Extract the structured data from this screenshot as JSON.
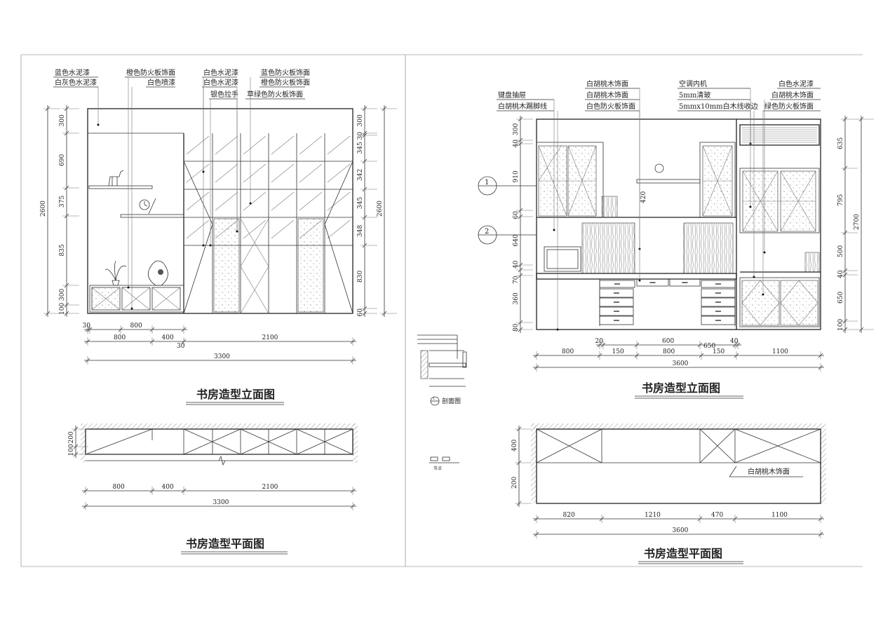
{
  "left_elevation": {
    "title": "书房造型立面图",
    "labels": [
      "蓝色水泥漆",
      "白灰色水泥漆",
      "橙色防火板饰面",
      "白色喷漆",
      "白色水泥漆",
      "白色水泥漆",
      "银色拉手",
      "蓝色防火板饰面",
      "橙色防火板饰面",
      "草绿色防火板饰面"
    ],
    "dims_left": [
      "300",
      "690",
      "375",
      "835",
      "300",
      "100"
    ],
    "dim_total_left": "2600",
    "dims_right": [
      "300",
      "30",
      "345",
      "342",
      "345",
      "348",
      "830",
      "60"
    ],
    "dim_total_right": "2600",
    "dims_bottom_1": [
      "30",
      "800"
    ],
    "dims_bottom_2": [
      "800",
      "400",
      "2100",
      "30"
    ],
    "dim_total_bottom": "3300"
  },
  "left_plan": {
    "title": "书房造型平面图",
    "dims_left": [
      "200",
      "100"
    ],
    "dims_bottom": [
      "800",
      "400",
      "2100"
    ],
    "dim_total": "3300"
  },
  "section_detail": {
    "label": "剖面图",
    "marker": "1",
    "small_label": "节点"
  },
  "right_elevation": {
    "title": "书房造型立面图",
    "labels": [
      "键盘抽屉",
      "白胡桃木踢脚线",
      "白胡桃木饰面",
      "白胡桃木饰面",
      "白色防火板饰面",
      "空调内机",
      "5mm清玻",
      "5mmx10mm白木线收边",
      "白色水泥漆",
      "白胡桃木饰面",
      "绿色防火板饰面"
    ],
    "markers": [
      "1",
      "2"
    ],
    "dims_left": [
      "300",
      "40",
      "910",
      "420",
      "60",
      "640",
      "40",
      "70",
      "360",
      "80"
    ],
    "dims_right": [
      "635",
      "795",
      "500",
      "40",
      "650",
      "100"
    ],
    "dim_total_right": "2700",
    "dims_bottom_1": [
      "20",
      "600",
      "650",
      "40"
    ],
    "dims_bottom_2": [
      "800",
      "150",
      "800",
      "150",
      "1100"
    ],
    "dim_total_bottom": "3600"
  },
  "right_plan": {
    "title": "书房造型平面图",
    "label": "白胡桃木饰面",
    "dims_left": [
      "400",
      "200"
    ],
    "dims_bottom": [
      "820",
      "1210",
      "470",
      "1100"
    ],
    "dim_total": "3600"
  }
}
